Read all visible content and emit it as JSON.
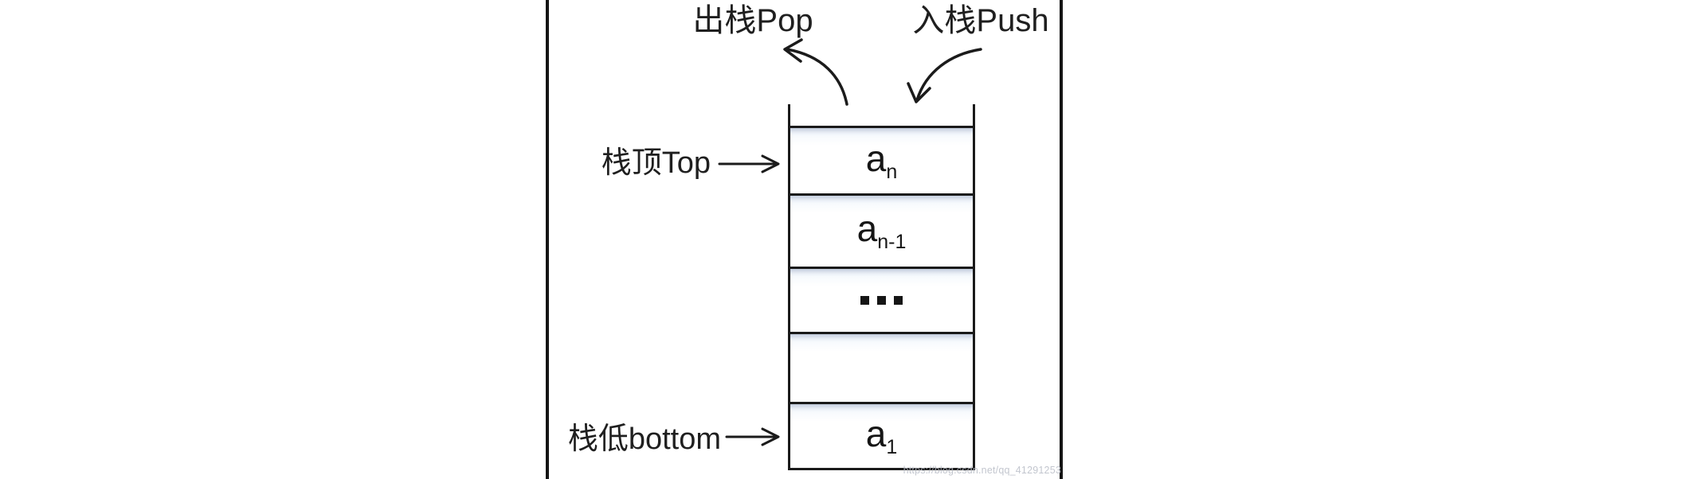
{
  "diagram": {
    "type": "stack-structure-diagram",
    "actions": {
      "pop_label": "出栈Pop",
      "push_label": "入栈Push"
    },
    "pointers": {
      "top_label": "栈顶Top",
      "bottom_label": "栈低bottom"
    },
    "stack": {
      "cells": [
        {
          "base": "a",
          "sub": "n"
        },
        {
          "base": "a",
          "sub": "n-1"
        },
        {
          "label": "...",
          "type": "ellipsis"
        },
        {
          "type": "empty"
        },
        {
          "base": "a",
          "sub": "1"
        }
      ]
    },
    "watermark": "https://blog.csdn.net/qq_41291253",
    "colors": {
      "ink": "#1a1a1a",
      "cell_shade": "#e7edf6",
      "watermark_gray": "#b4b8c3",
      "background": "#ffffff"
    }
  }
}
